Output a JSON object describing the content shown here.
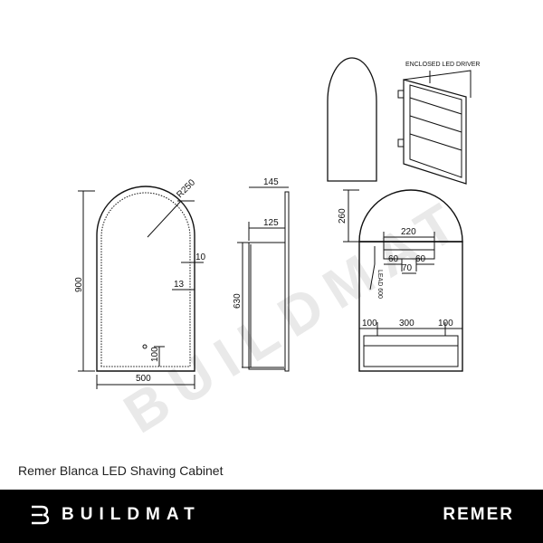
{
  "watermark": "BUILDMAT",
  "labels": {
    "enclosed_driver": "ENCLOSED LED DRIVER",
    "radius": "R250",
    "offset_10": "10",
    "offset_13": "13",
    "height_900": "900",
    "sensor_100": "100",
    "width_500": "500",
    "depth_145": "145",
    "depth_125": "125",
    "height_630": "630",
    "arch_260": "260",
    "driver_220": "220",
    "c60a": "60",
    "c70": "70",
    "c60b": "60",
    "lead": "LEAD 600",
    "s100a": "100",
    "s300": "300",
    "s100b": "100"
  },
  "product_title": "Remer Blanca LED Shaving Cabinet",
  "footer": {
    "brand_left": "BUILDMAT",
    "brand_right": "REMER"
  },
  "colors": {
    "footer_bg": "#000000",
    "footer_text": "#ffffff",
    "line": "#111111"
  }
}
